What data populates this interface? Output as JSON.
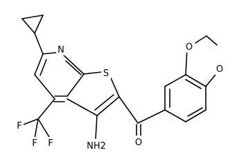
{
  "structure": {
    "atoms": {
      "n1": "N",
      "s1": "S",
      "f1": "F",
      "f2": "F",
      "f3": "F",
      "nh2": "NH2",
      "o_keto": "O",
      "o_diox_1": "O",
      "o_diox_2": "O"
    },
    "colors": {
      "bond": "#000000",
      "background": "#ffffff"
    }
  }
}
